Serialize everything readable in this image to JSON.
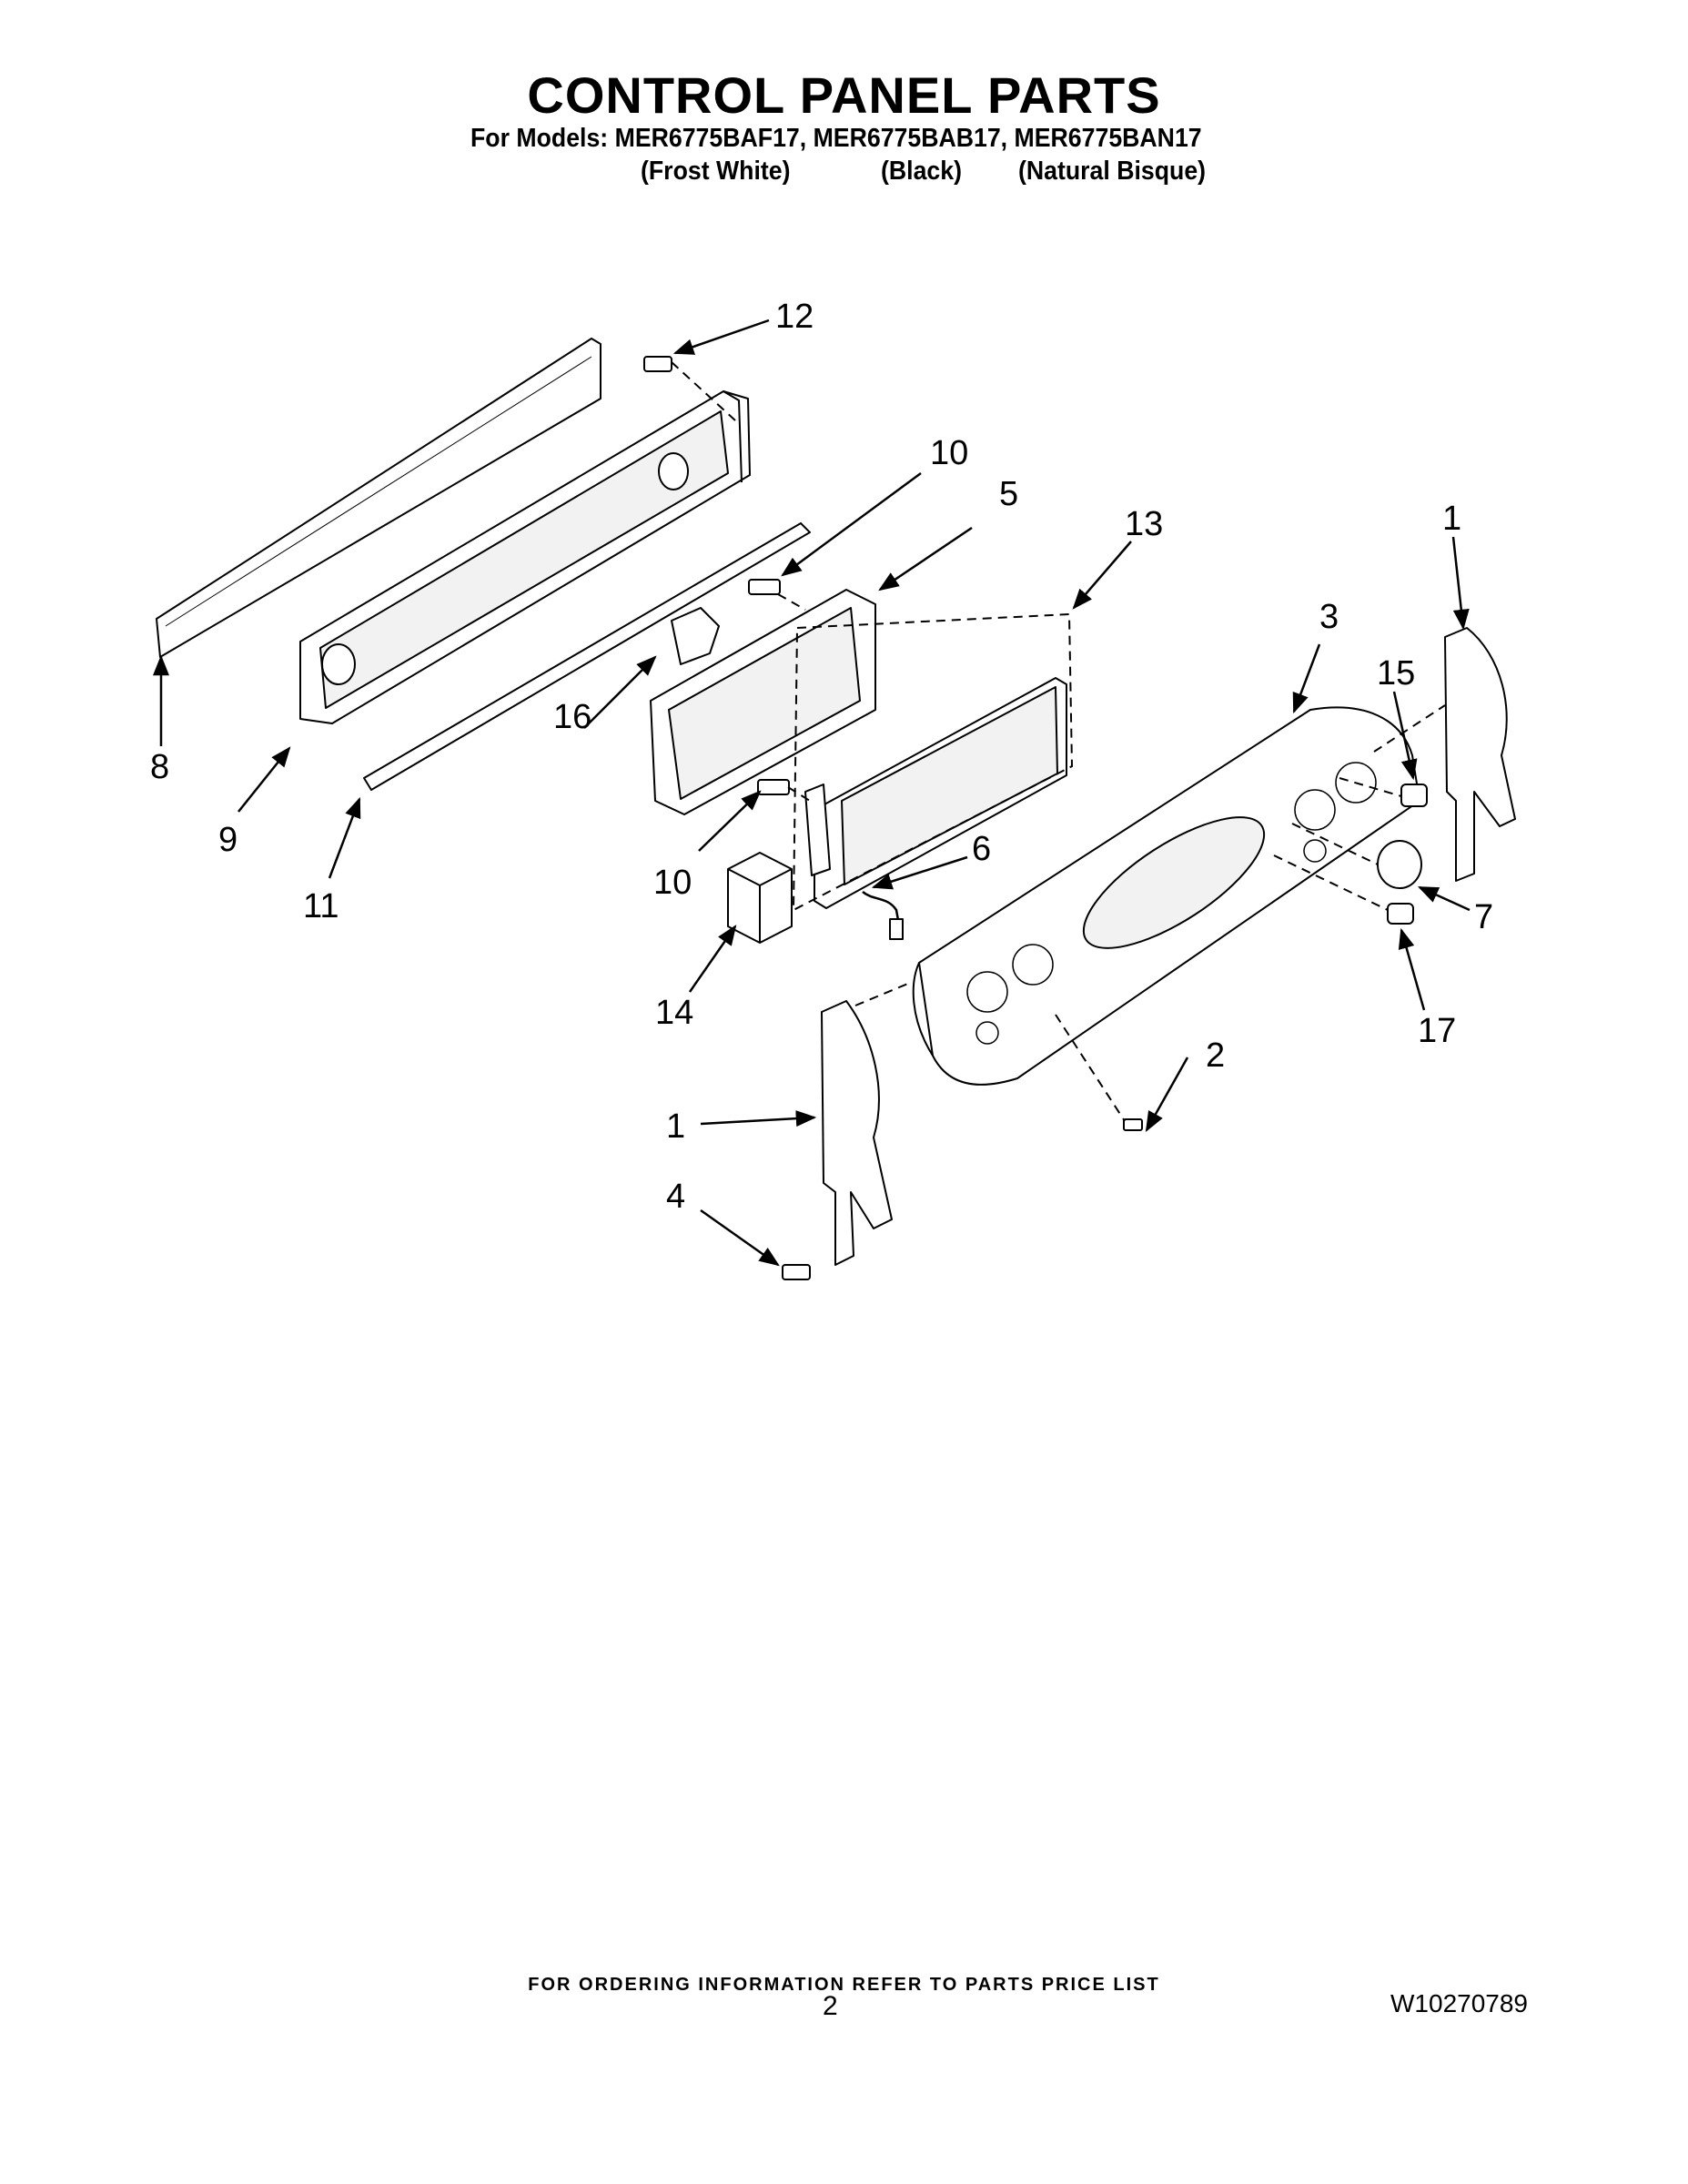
{
  "header": {
    "title": "CONTROL PANEL PARTS",
    "models_line": "For Models: MER6775BAF17, MER6775BAB17, MER6775BAN17",
    "finishes": [
      "(Frost White)",
      "(Black)",
      "(Natural Bisque)"
    ]
  },
  "callouts": {
    "c12": "12",
    "c10a": "10",
    "c5": "5",
    "c13": "13",
    "c1a": "1",
    "c3": "3",
    "c15": "15",
    "c16": "16",
    "c8": "8",
    "c9": "9",
    "c11": "11",
    "c10b": "10",
    "c6": "6",
    "c7": "7",
    "c14": "14",
    "c17": "17",
    "c2": "2",
    "c1b": "1",
    "c4": "4"
  },
  "footer": {
    "ordering": "FOR ORDERING INFORMATION REFER TO PARTS PRICE LIST",
    "page": "2",
    "doc_number": "W10270789"
  },
  "colors": {
    "ink": "#000000",
    "part_fill": "#ffffff",
    "panel_shade": "#f2f2f2"
  }
}
